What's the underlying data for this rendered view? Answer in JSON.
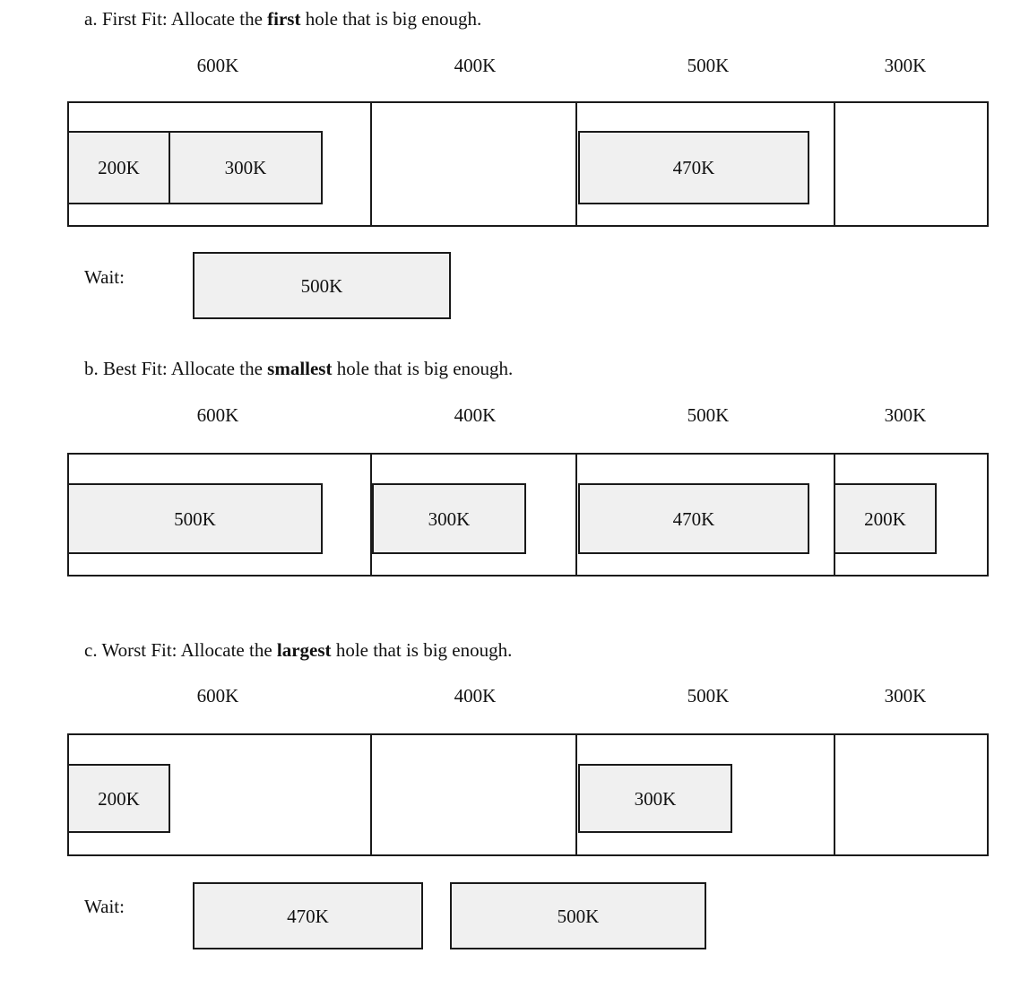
{
  "sections": [
    {
      "id": "first-fit",
      "heading_pre": "a. First Fit: Allocate the ",
      "heading_bold": "first",
      "heading_post": " hole that is big enough.",
      "hole_labels": [
        "600K",
        "400K",
        "500K",
        "300K"
      ],
      "blocks": [
        "200K",
        "300K",
        "470K"
      ],
      "wait_label": "Wait:",
      "wait_blocks": [
        "500K"
      ]
    },
    {
      "id": "best-fit",
      "heading_pre": "b. Best Fit: Allocate the ",
      "heading_bold": "smallest",
      "heading_post": " hole that is big enough.",
      "hole_labels": [
        "600K",
        "400K",
        "500K",
        "300K"
      ],
      "blocks": [
        "500K",
        "300K",
        "470K",
        "200K"
      ],
      "wait_label": "",
      "wait_blocks": []
    },
    {
      "id": "worst-fit",
      "heading_pre": "c. Worst Fit: Allocate the ",
      "heading_bold": "largest",
      "heading_post": " hole that is big enough.",
      "hole_labels": [
        "600K",
        "400K",
        "500K",
        "300K"
      ],
      "blocks": [
        "200K",
        "300K"
      ],
      "wait_label": "Wait:",
      "wait_blocks": [
        "470K",
        "500K"
      ]
    }
  ],
  "colors": {
    "block_fill": "#f0f0f0",
    "border": "#1a1a1a",
    "partition_fill": "#ffffff",
    "text": "#111111"
  },
  "chart_data": {
    "type": "diagram",
    "title": "Memory allocation strategies: First Fit, Best Fit, Worst Fit",
    "memory_holes": [
      {
        "label": "600K",
        "size_k": 600
      },
      {
        "label": "400K",
        "size_k": 400
      },
      {
        "label": "500K",
        "size_k": 500
      },
      {
        "label": "300K",
        "size_k": 300
      }
    ],
    "requests": [
      "200K",
      "300K",
      "470K",
      "500K"
    ],
    "scenarios": [
      {
        "name": "First Fit",
        "rule": "Allocate the first hole that is big enough.",
        "allocations": [
          {
            "hole": "600K",
            "processes": [
              "200K",
              "300K"
            ]
          },
          {
            "hole": "400K",
            "processes": []
          },
          {
            "hole": "500K",
            "processes": [
              "470K"
            ]
          },
          {
            "hole": "300K",
            "processes": []
          }
        ],
        "waiting": [
          "500K"
        ]
      },
      {
        "name": "Best Fit",
        "rule": "Allocate the smallest hole that is big enough.",
        "allocations": [
          {
            "hole": "600K",
            "processes": [
              "500K"
            ]
          },
          {
            "hole": "400K",
            "processes": [
              "300K"
            ]
          },
          {
            "hole": "500K",
            "processes": [
              "470K"
            ]
          },
          {
            "hole": "300K",
            "processes": [
              "200K"
            ]
          }
        ],
        "waiting": []
      },
      {
        "name": "Worst Fit",
        "rule": "Allocate the largest hole that is big enough.",
        "allocations": [
          {
            "hole": "600K",
            "processes": [
              "200K"
            ]
          },
          {
            "hole": "400K",
            "processes": []
          },
          {
            "hole": "500K",
            "processes": [
              "300K"
            ]
          },
          {
            "hole": "300K",
            "processes": []
          }
        ],
        "waiting": [
          "470K",
          "500K"
        ]
      }
    ]
  }
}
